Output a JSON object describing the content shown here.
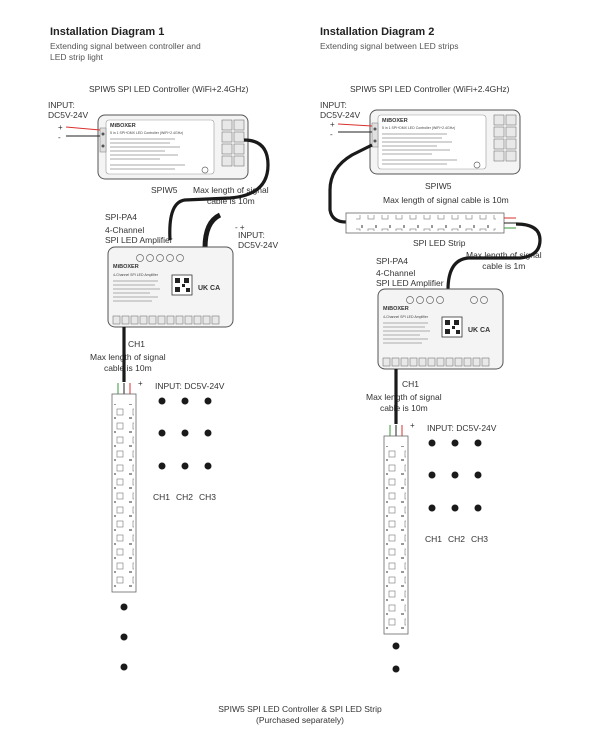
{
  "left": {
    "title": "Installation Diagram 1",
    "subtitle_line1": "Extending signal between controller and",
    "subtitle_line2": "LED strip light",
    "controller_heading": "SPIW5 SPI LED Controller (WiFi+2.4GHz)",
    "input_label": "INPUT:",
    "input_voltage": "DC5V-24V",
    "controller_name": "SPIW5",
    "max_len_line1": "Max length of signal",
    "max_len_line2": "cable is 10m",
    "amp_name": "SPI-PA4",
    "amp_desc_line1": "4-Channel",
    "amp_desc_line2": "SPI LED Amplifier",
    "amp_input_label": "INPUT:",
    "amp_input_voltage": "DC5V-24V",
    "ch1_label": "CH1",
    "max_len2_line1": "Max length of signal",
    "max_len2_line2": "cable is 10m",
    "strip_input": "INPUT: DC5V-24V",
    "channels": [
      "CH1",
      "CH2",
      "CH3"
    ]
  },
  "right": {
    "title": "Installation Diagram 2",
    "subtitle": "Extending signal between LED strips",
    "controller_heading": "SPIW5 SPI LED Controller (WiFi+2.4GHz)",
    "input_label": "INPUT:",
    "input_voltage": "DC5V-24V",
    "controller_name": "SPIW5",
    "max_len_10m": "Max length of signal cable is 10m",
    "strip_label": "SPI LED Strip",
    "max_len_1m_line1": "Max length of signal",
    "max_len_1m_line2": "cable is 1m",
    "amp_name": "SPI-PA4",
    "amp_desc_line1": "4-Channel",
    "amp_desc_line2": "SPI LED Amplifier",
    "ch1_label": "CH1",
    "max_len2_line1": "Max length of signal",
    "max_len2_line2": "cable is 10m",
    "strip_input": "INPUT: DC5V-24V",
    "channels": [
      "CH1",
      "CH2",
      "CH3"
    ]
  },
  "footer": {
    "line1": "SPIW5 SPI LED Controller & SPI LED Strip",
    "line2": "(Purchased separately)"
  },
  "device_text": {
    "brand": "MiBOXER",
    "controller_model": "5 in 1 SPI+DMX LED Controller (WiFi+2.4GHz)",
    "amp_model": "4-Channel SPI LED Amplifier",
    "marks": "UK CA"
  },
  "colors": {
    "cable": "#1a1a1a",
    "positive_wire": "#d9302c",
    "signal_wire": "#3a9a3a",
    "device_fill": "#f4f4f4",
    "device_stroke": "#555555"
  }
}
